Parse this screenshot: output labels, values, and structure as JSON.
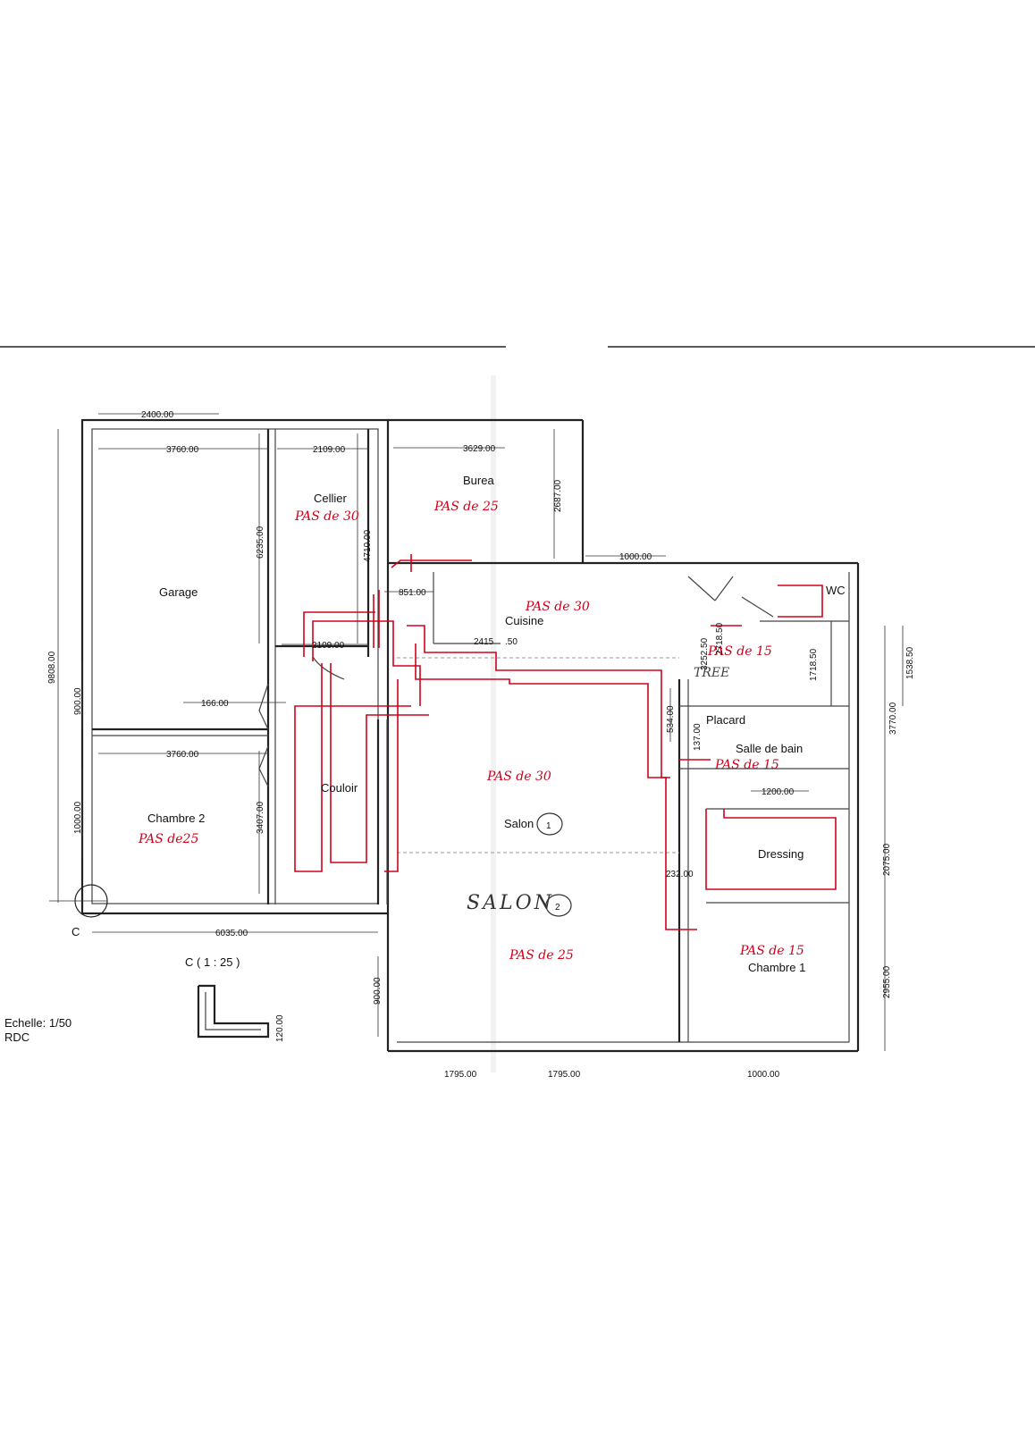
{
  "rooms": {
    "garage": "Garage",
    "cellier": "Cellier",
    "bureau": "Burea",
    "cuisine": "Cuisine",
    "wc": "WC",
    "entree": "TREE",
    "placard": "Placard",
    "salle_de_bain": "Salle de bain",
    "couloir": "Couloir",
    "chambre2": "Chambre 2",
    "salon": "Salon",
    "dressing": "Dressing",
    "chambre1": "Chambre 1",
    "salon_big": "SALON"
  },
  "dimensions": {
    "d2400": "2400.00",
    "d3760a": "3760.00",
    "d2109a": "2109.00",
    "d3629": "3629.00",
    "d2687": "2687.00",
    "d1000": "1000.00",
    "d6235": "6235.00",
    "d4710": "4710.00",
    "d851": "851.00",
    "d2109b": "2109.00",
    "d2415": "2415",
    "d50": ".50",
    "d9808": "9808.00",
    "d900a": "900.00",
    "d166": "166.00",
    "d3760b": "3760.00",
    "d1000b": "1000.00",
    "d3407": "3407.00",
    "d6035": "6035.00",
    "d900b": "900.00",
    "d120": "120.00",
    "d3252": "3252.50",
    "d2718": "2718.50",
    "d1718": "1718.50",
    "d1538": "1538.50",
    "d3770": "3770.00",
    "d534": "534.00",
    "d137": "137.00",
    "d1200": "1200.00",
    "d2075": "2075.00",
    "d232": "232.00",
    "d2955": "2955.00",
    "d1795a": "1795.00",
    "d1795b": "1795.00",
    "d1000c": "1000.00"
  },
  "annotations": {
    "pas_cellier": "PAS de 30",
    "pas_bureau": "PAS de 25",
    "pas_cuisine": "PAS de 30",
    "pas_entree": "PAS de 15",
    "pas_sdb": "PAS de 15",
    "pas_salon1": "PAS de 30",
    "pas_chambre2": "PAS de25",
    "pas_salon2": "PAS de 25",
    "pas_chambre1": "PAS de 15",
    "circle1": "1",
    "circle2": "2"
  },
  "legend": {
    "section_marker": "C",
    "section_title": "C ( 1 : 25 )",
    "scale": "Echelle: 1/50",
    "level": "RDC"
  },
  "colors": {
    "ink": "#222222",
    "markup_red": "#d0021b"
  }
}
